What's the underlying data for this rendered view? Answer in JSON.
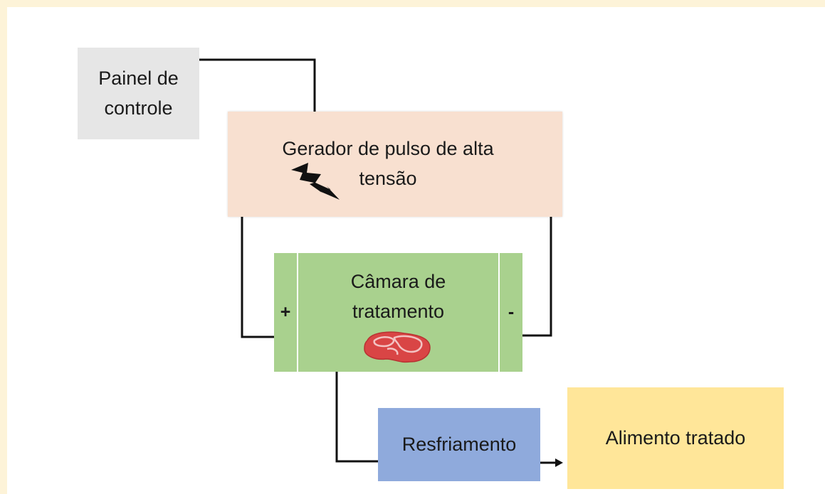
{
  "diagram": {
    "control_panel": {
      "line1": "Painel de",
      "line2": "controle"
    },
    "generator": {
      "line1": "Gerador de pulso de alta",
      "line2": "tensão",
      "icon": "lightning-bolt-icon"
    },
    "chamber": {
      "line1": "Câmara de",
      "line2": "tratamento",
      "positive": "+",
      "negative": "-",
      "icon": "meat-steak-icon"
    },
    "cooling": {
      "label": "Resfriamento"
    },
    "treated_food": {
      "label": "Alimento tratado"
    }
  },
  "colors": {
    "frame": "#fdf3d8",
    "control_panel": "#e6e6e6",
    "generator": "#f8e0d0",
    "chamber": "#a9d18e",
    "cooling": "#8faadc",
    "treated_food": "#ffe699",
    "wire": "#111111",
    "meat": "#d94545"
  }
}
